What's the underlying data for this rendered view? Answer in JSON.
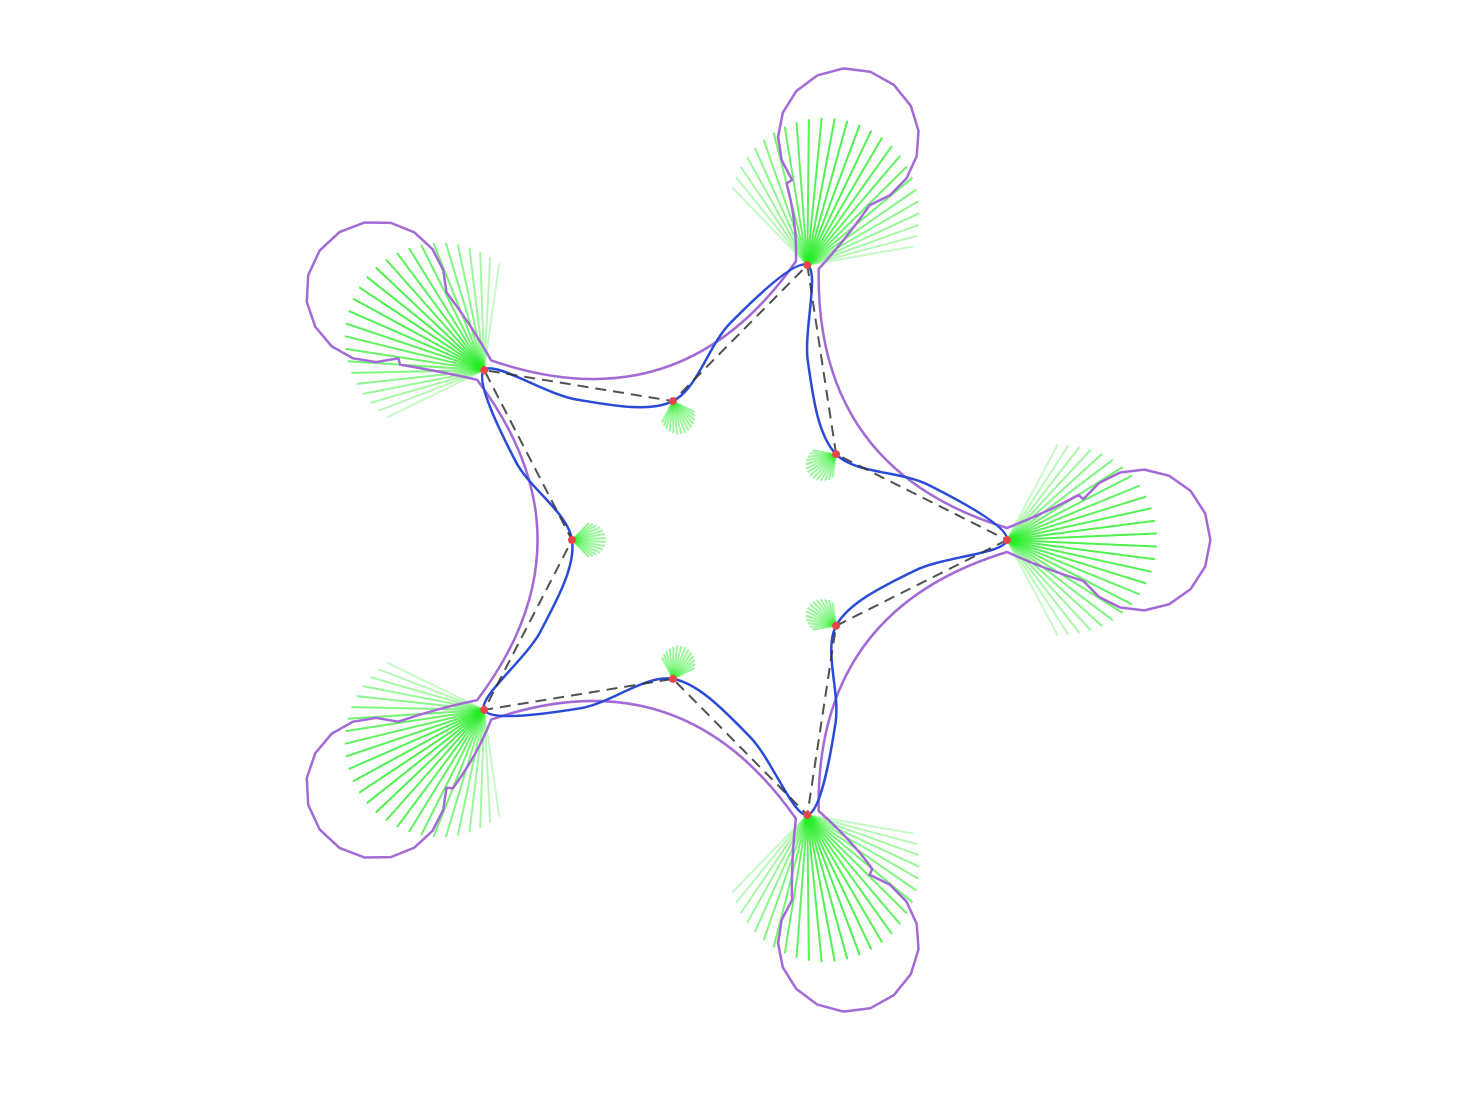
{
  "diagram": {
    "description_kind": "star-shaped curvature comb / offset diagram",
    "colors": {
      "background": "#ffffff",
      "offset_outline": "#a36ad6",
      "curve": "#2a4bd7",
      "control_polygon": "#333333",
      "comb_ray": "#22ee22",
      "vertex_marker": "#e8474a"
    },
    "counts": {
      "outer_lobes": 5,
      "inner_vertices": 5
    }
  }
}
